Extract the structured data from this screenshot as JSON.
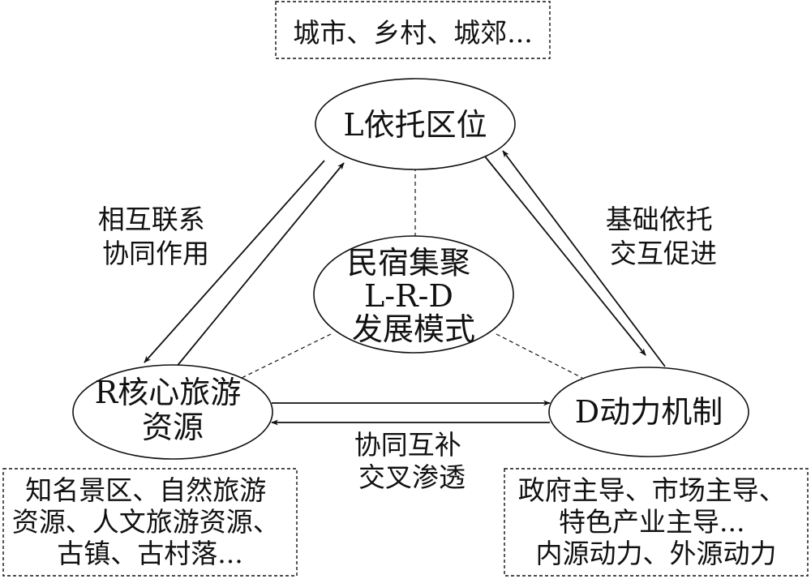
{
  "nodes": {
    "top": {
      "lines": [
        "L依托区位"
      ]
    },
    "center": {
      "lines": [
        "民宿集聚",
        "L-R-D",
        "发展模式"
      ]
    },
    "left": {
      "lines": [
        "R核心旅游",
        "资源"
      ]
    },
    "right": {
      "lines": [
        "D动力机制"
      ]
    }
  },
  "annotations": {
    "top": {
      "lines": [
        "城市、乡村、城郊..."
      ]
    },
    "left": {
      "lines": [
        "知名景区、自然旅游",
        "资源、人文旅游资源、",
        "古镇、古村落..."
      ]
    },
    "right": {
      "lines": [
        "政府主导、市场主导、",
        "特色产业主导...",
        "内源动力、外源动力"
      ]
    }
  },
  "edge_labels": {
    "left": {
      "lines": [
        "相互联系",
        "协同作用"
      ]
    },
    "right": {
      "lines": [
        "基础依托",
        "交互促进"
      ]
    },
    "bottom": {
      "lines": [
        "协同互补",
        "交叉渗透"
      ]
    }
  },
  "colors": {
    "stroke": "#111111",
    "background": "#ffffff"
  }
}
